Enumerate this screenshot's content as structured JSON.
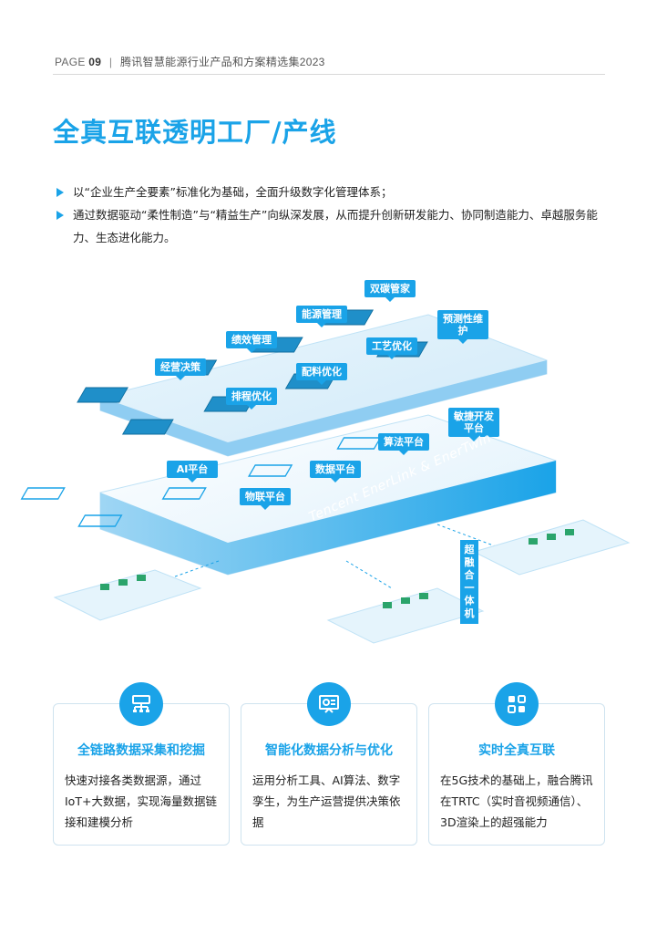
{
  "header": {
    "page_word": "PAGE",
    "page_num": "09",
    "separator": "|",
    "doc_title": "腾讯智慧能源行业产品和方案精选集2023"
  },
  "title": "全真互联透明工厂/产线",
  "bullets": [
    "以“企业生产全要素”标准化为基础，全面升级数字化管理体系；",
    "通过数据驱动“柔性制造”与“精益生产”向纵深发展，从而提升创新研发能力、协同制造能力、卓越服务能力、生态进化能力。"
  ],
  "diagram": {
    "top_chips": [
      "双碳管家",
      "能源管理",
      "预测性维护",
      "绩效管理",
      "工艺优化",
      "经营决策",
      "配料优化",
      "排程优化"
    ],
    "platform_chips": [
      "敏捷开发平台",
      "算法平台",
      "AI平台",
      "数据平台",
      "物联平台"
    ],
    "brand_text": "Tencent EnerLink & EnerTwin",
    "vertical_label": "超融合一体机"
  },
  "cards": [
    {
      "icon": "network-icon",
      "title": "全链路数据采集和挖掘",
      "body": "快速对接各类数据源，通过IoT+大数据，实现海量数据链接和建模分析"
    },
    {
      "icon": "presentation-chart-icon",
      "title": "智能化数据分析与优化",
      "body": "运用分析工具、AI算法、数字孪生，为生产运营提供决策依据"
    },
    {
      "icon": "apps-grid-icon",
      "title": "实时全真互联",
      "body": "在5G技术的基础上，融合腾讯在TRTC（实时音视频通信）、3D渲染上的超强能力"
    }
  ],
  "colors": {
    "accent": "#1aa3e8",
    "text": "#222222"
  }
}
